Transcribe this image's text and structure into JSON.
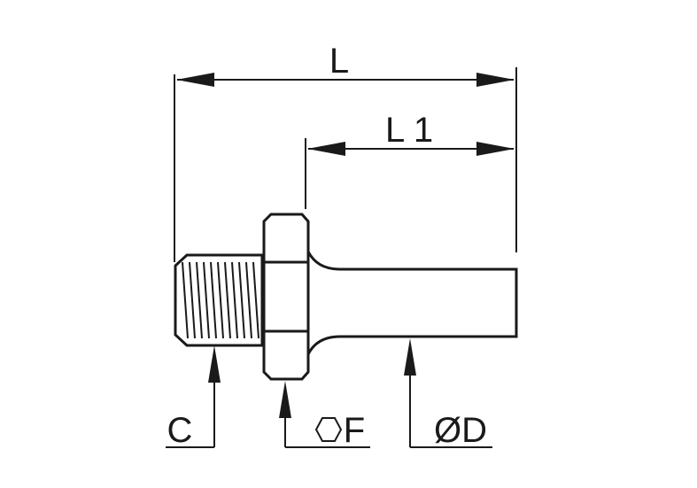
{
  "diagram": {
    "labels": {
      "L": "L",
      "L1": "L 1",
      "C": "C",
      "F": "F",
      "D": "ØD"
    },
    "icons": {
      "hex": "hexagon-icon"
    },
    "colors": {
      "stroke": "#1a1a1a",
      "background": "#ffffff"
    }
  }
}
